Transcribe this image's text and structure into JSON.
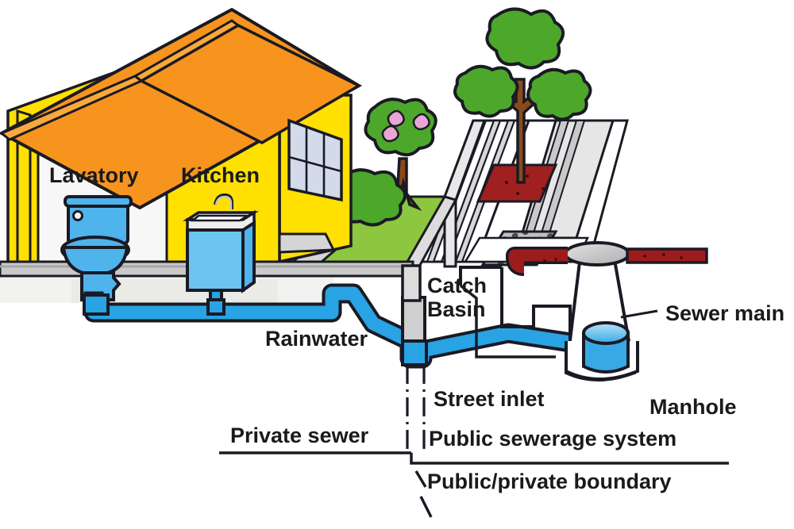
{
  "diagram": {
    "title": "Household and public sewerage system cutaway diagram",
    "labels": {
      "lavatory": "Lavatory",
      "kitchen": "Kitchen",
      "rainwater": "Rainwater",
      "catch_basin_line1": "Catch",
      "catch_basin_line2": "Basin",
      "street_inlet": "Street inlet",
      "sewer_main": "Sewer main",
      "manhole": "Manhole",
      "private_sewer": "Private sewer",
      "public_sewerage_system": "Public sewerage system",
      "public_private_boundary": "Public/private boundary"
    },
    "colors": {
      "outline": "#1a1a24",
      "roof": "#F7941E",
      "roof_edge": "#F9A93A",
      "wall": "#FFE000",
      "wall_shadow": "#F5D400",
      "window_glass": "#D3DAEA",
      "pipe_blue": "#29A3E3",
      "fixture_blue": "#6CC4F0",
      "water_blue": "#8FD3F5",
      "concrete": "#D8D8D8",
      "concrete_light": "#EDEDED",
      "concrete_mid": "#C9C9C9",
      "grass": "#8DC63F",
      "tree_green": "#4CA72B",
      "tree_green_dark": "#3E8F22",
      "trunk_brown": "#8B4A1B",
      "soil_red": "#A02020",
      "pipe_red": "#9C1C1C",
      "blossom_pink": "#E8A6D6",
      "white": "#FFFFFF",
      "grate_gray": "#BFBFBF"
    },
    "elements": {
      "house": "house-cutaway",
      "toilet": "toilet-fixture",
      "sink": "kitchen-sink-fixture",
      "catch_basin": "catch-basin",
      "street_inlet": "street-inlet",
      "manhole": "manhole-structure",
      "sewer_main": "sewer-main-pipe",
      "lateral": "private-lateral-pipe",
      "sidewalk": "sidewalk",
      "street": "street",
      "lawn": "lawn",
      "trees": [
        "blossom-tree",
        "street-tree",
        "shrub"
      ]
    }
  }
}
